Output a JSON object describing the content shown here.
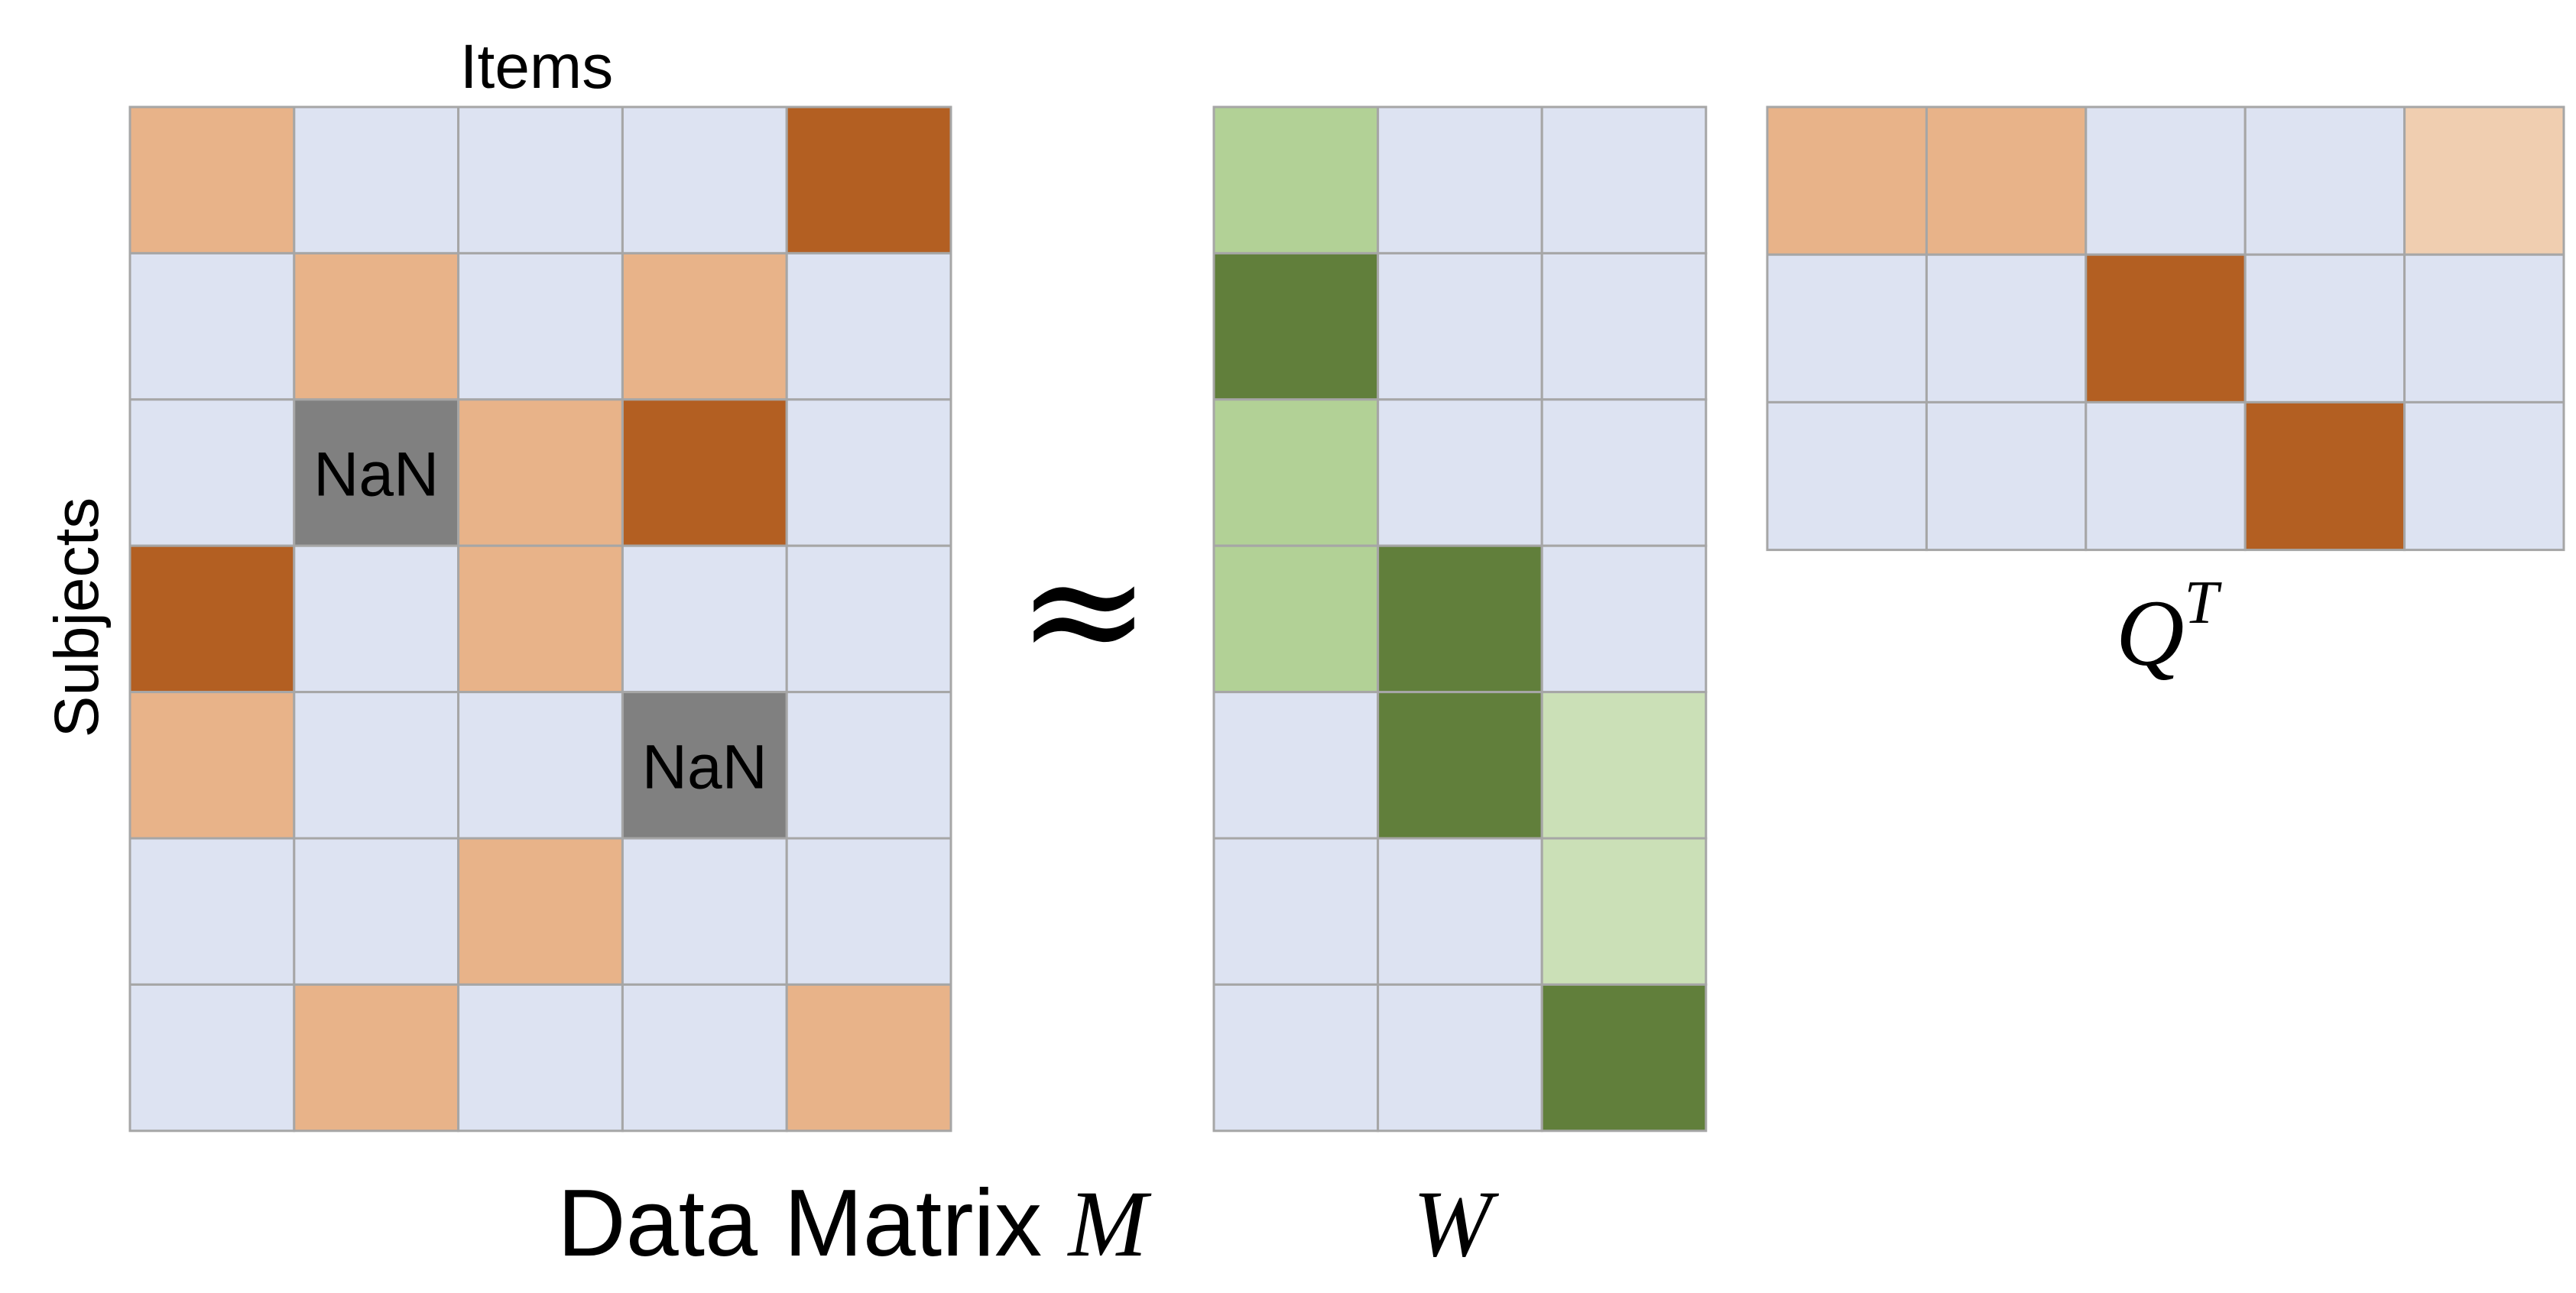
{
  "colors": {
    "empty": "#dde3f2",
    "orange_light": "#e8b389",
    "orange_dark": "#b35f22",
    "orange_pale": "#f0ceb0",
    "green_light": "#b2d196",
    "green_pale": "#cbe0b7",
    "green_dark": "#617f3b",
    "nan": "#808080",
    "grid_line": "#a6a6a6"
  },
  "labels": {
    "items": "Items",
    "subjects": "Subjects",
    "nan": "NaN",
    "approx": "≈",
    "data_matrix_caption": "Data Matrix ",
    "m_symbol": "M",
    "w_symbol": "W",
    "q_symbol": "Q",
    "q_superscript": "T"
  },
  "matrices": {
    "M": {
      "rows": 7,
      "cols": 5,
      "cells": [
        [
          "orange_light",
          "empty",
          "empty",
          "empty",
          "orange_dark"
        ],
        [
          "empty",
          "orange_light",
          "empty",
          "orange_light",
          "empty"
        ],
        [
          "empty",
          "nan",
          "orange_light",
          "orange_dark",
          "empty"
        ],
        [
          "orange_dark",
          "empty",
          "orange_light",
          "empty",
          "empty"
        ],
        [
          "orange_light",
          "empty",
          "empty",
          "nan",
          "empty"
        ],
        [
          "empty",
          "empty",
          "orange_light",
          "empty",
          "empty"
        ],
        [
          "empty",
          "orange_light",
          "empty",
          "empty",
          "orange_light"
        ]
      ]
    },
    "W": {
      "rows": 7,
      "cols": 3,
      "cells": [
        [
          "green_light",
          "empty",
          "empty"
        ],
        [
          "green_dark",
          "empty",
          "empty"
        ],
        [
          "green_light",
          "empty",
          "empty"
        ],
        [
          "green_light",
          "green_dark",
          "empty"
        ],
        [
          "empty",
          "green_dark",
          "green_pale"
        ],
        [
          "empty",
          "empty",
          "green_pale"
        ],
        [
          "empty",
          "empty",
          "green_dark"
        ]
      ]
    },
    "QT": {
      "rows": 3,
      "cols": 5,
      "cells": [
        [
          "orange_light",
          "orange_light",
          "empty",
          "empty",
          "orange_pale"
        ],
        [
          "empty",
          "empty",
          "orange_dark",
          "empty",
          "empty"
        ],
        [
          "empty",
          "empty",
          "empty",
          "orange_dark",
          "empty"
        ]
      ]
    }
  }
}
